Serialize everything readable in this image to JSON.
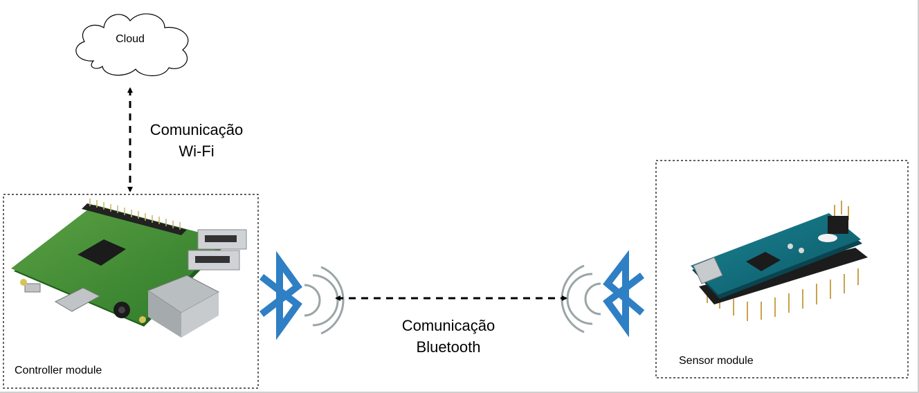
{
  "cloud": {
    "label": "Cloud"
  },
  "wifi_link": {
    "line1": "Comunicação",
    "line2": "Wi-Fi"
  },
  "bluetooth_link": {
    "line1": "Comunicação",
    "line2": "Bluetooth"
  },
  "controller": {
    "label": "Controller module",
    "image": "raspberry-pi-board"
  },
  "sensor": {
    "label": "Sensor module",
    "image": "arduino-nano-board"
  },
  "icons": {
    "left": "bluetooth-icon",
    "right": "bluetooth-icon"
  },
  "colors": {
    "bluetooth": "#2f7fc4",
    "waves": "#9aa5a6",
    "arrow": "#000000",
    "pcb_green": "#3f8a34",
    "arduino_teal": "#0f6b7a"
  }
}
